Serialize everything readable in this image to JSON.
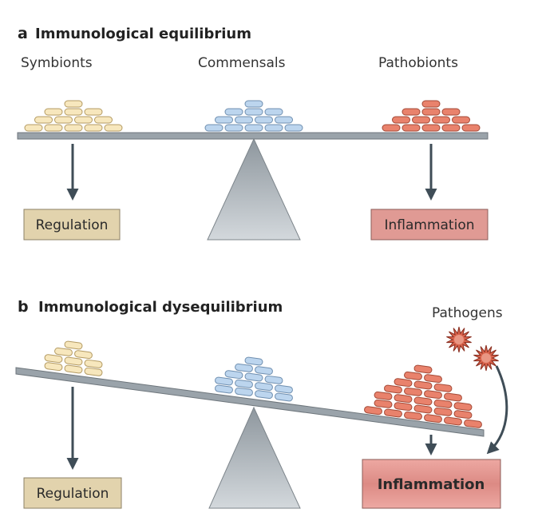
{
  "panel_a": {
    "letter": "a",
    "title": "Immunological equilibrium",
    "groups": {
      "symbionts": "Symbionts",
      "commensals": "Commensals",
      "pathobionts": "Pathobionts"
    },
    "outcomes": {
      "regulation": "Regulation",
      "inflammation": "Inflammation"
    }
  },
  "panel_b": {
    "letter": "b",
    "title": "Immunological dysequilibrium",
    "pathogens_label": "Pathogens",
    "outcomes": {
      "regulation": "Regulation",
      "inflammation": "Inflammation"
    }
  },
  "colors": {
    "symbiont_fill": "#f7e7bd",
    "commensal_fill": "#bcd5ee",
    "pathobiont_fill": "#e9826c",
    "beam": "#9aa3aa",
    "fulcrum": "#a9b1b7",
    "arrow": "#3f4d57",
    "regulation_box": "#e2d3ad",
    "inflammation_box": "#e09a94",
    "pathogen": "#d9634c"
  },
  "icons": {
    "bacterium": "rounded-capsule",
    "pathogen": "spiky-star"
  }
}
